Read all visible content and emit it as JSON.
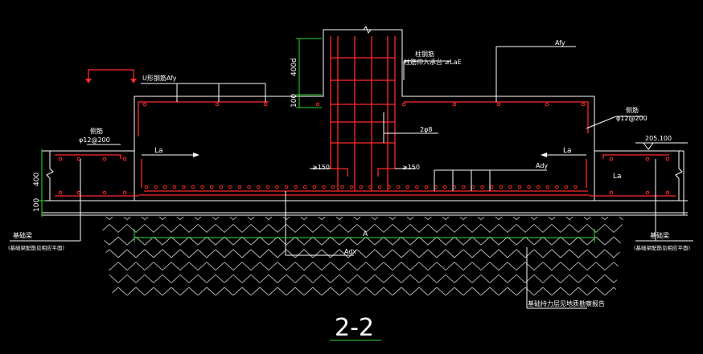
{
  "section_label": "2-2",
  "labels": {
    "top_dim_400d": "400d",
    "top_dim_100": "100",
    "left_dim_400": "400",
    "left_dim_100": "100",
    "u_bar": "U形钢筋Afy",
    "afy_right": "Afy",
    "column_note_1": "柱钢筋",
    "column_note_2": "柱筋伸入承台 ≥LaE",
    "stirrup_note": "2φ8",
    "la_left": "La",
    "la_right": "La",
    "la_right_beam": "La",
    "ge150_left": "≥150",
    "ge150_right": "≥150",
    "ady": "Ady",
    "adx": "Adx",
    "dim_A": "A",
    "side_bar_left_1": "侧筋",
    "side_bar_left_2": "φ12@200",
    "side_bar_right_1": "侧筋",
    "side_bar_right_2": "φ12@200",
    "elev": "205.100",
    "beam_left_1": "基础梁",
    "beam_left_2": "(基础梁配筋见相应平面)",
    "beam_right_1": "基础梁",
    "beam_right_2": "(基础梁配筋见相应平面)",
    "bottom_note": "基础持力层见地质勘察报告"
  },
  "colors": {
    "rebar": "#ff2a2a",
    "dimension": "#2ddc2d",
    "outline": "#ffffff",
    "soil": "#bdbdbd",
    "background": "#000000"
  }
}
